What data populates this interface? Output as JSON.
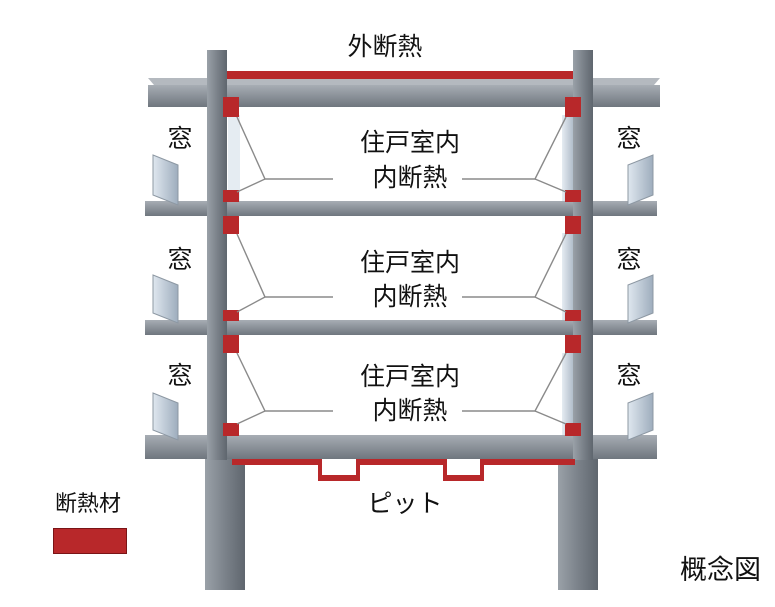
{
  "labels": {
    "exterior_insulation": "外断熱",
    "window": "窓",
    "room_interior": "住戸室内",
    "interior_insulation": "内断熱",
    "pit": "ピット",
    "legend_insulation": "断熱材",
    "concept_diagram": "概念図"
  },
  "colors": {
    "insulation": "#b8282a",
    "concrete": "#8c939b",
    "glass": "#c9d6e3",
    "leader_line": "#8a8a8a"
  }
}
